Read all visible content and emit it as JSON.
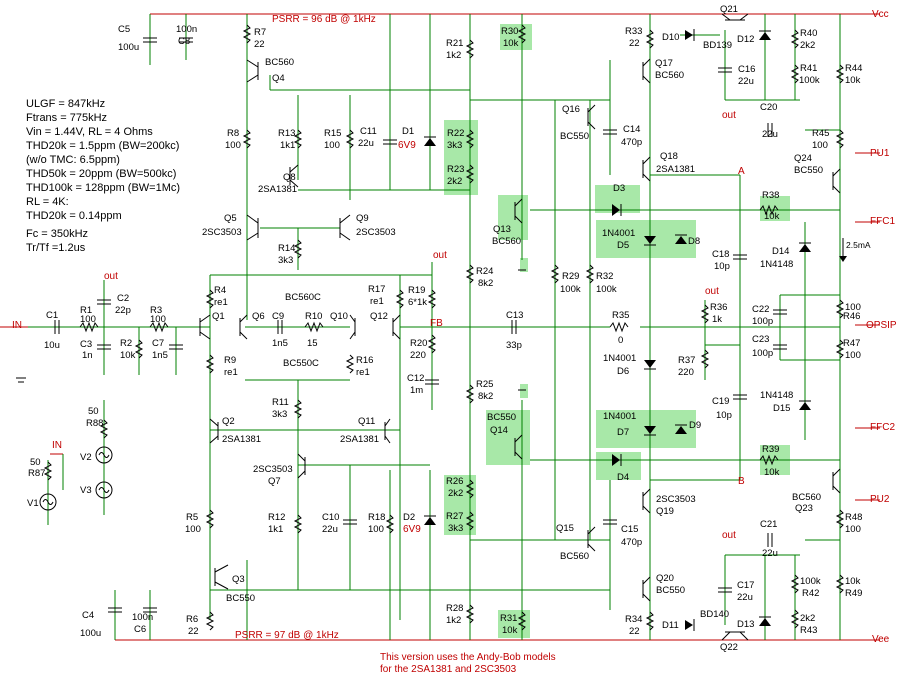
{
  "colors": {
    "wire": "#008000",
    "rail": "#c00000",
    "component": "#000000",
    "highlight": "#a8e8a8"
  },
  "rails": {
    "vcc": "Vcc",
    "vee": "Vee"
  },
  "psrr": {
    "top": "PSRR = 96 dB @ 1kHz",
    "bottom": "PSRR = 97 dB @ 1kHz"
  },
  "specs": [
    "ULGF = 847kHz",
    "Ftrans = 775kHz",
    "Vin = 1.44V, RL = 4 Ohms",
    "THD20k = 1.5ppm (BW=200kc)",
    "(w/o TMC: 6.5ppm)",
    "THD50k  =  20ppm (BW=500kc)",
    "THD100k = 128ppm (BW=1Mc)",
    "RL = 4K:",
    "THD20k = 0.14ppm",
    "",
    "Fc = 350kHz",
    "Tr/Tf =1.2us"
  ],
  "footer": [
    "This version uses the Andy-Bob models",
    "for the 2SA1381 and 2SC3503"
  ],
  "ports": {
    "in": "IN",
    "out": "out",
    "fb": "FB",
    "opsip": "OPSIP",
    "pu1": "PU1",
    "pu2": "PU2",
    "ffc1": "FFC1",
    "ffc2": "FFC2",
    "node_a": "A",
    "node_b": "B",
    "current": "2.5mA"
  },
  "components": [
    {
      "id": "C5",
      "ref": "C5",
      "val": "100u"
    },
    {
      "id": "C8",
      "ref": "C8",
      "val": "100n"
    },
    {
      "id": "R7",
      "ref": "R7",
      "val": "22"
    },
    {
      "id": "Q4",
      "ref": "Q4",
      "val": "BC560"
    },
    {
      "id": "R8",
      "ref": "R8",
      "val": "100"
    },
    {
      "id": "R13",
      "ref": "R13",
      "val": "1k1"
    },
    {
      "id": "Q8",
      "ref": "Q8",
      "val": "2SA1381"
    },
    {
      "id": "R15",
      "ref": "R15",
      "val": "100"
    },
    {
      "id": "C11",
      "ref": "C11",
      "val": "22u"
    },
    {
      "id": "D1",
      "ref": "D1",
      "val": "6V9"
    },
    {
      "id": "R21",
      "ref": "R21",
      "val": "1k2"
    },
    {
      "id": "R30",
      "ref": "R30",
      "val": "10k"
    },
    {
      "id": "R22",
      "ref": "R22",
      "val": "3k3"
    },
    {
      "id": "R23",
      "ref": "R23",
      "val": "2k2"
    },
    {
      "id": "Q13",
      "ref": "Q13",
      "val": "BC560"
    },
    {
      "id": "R33",
      "ref": "R33",
      "val": "22"
    },
    {
      "id": "Q17",
      "ref": "Q17",
      "val": "BC560"
    },
    {
      "id": "D10",
      "ref": "D10",
      "val": ""
    },
    {
      "id": "Q21",
      "ref": "Q21",
      "val": "BD139"
    },
    {
      "id": "D12",
      "ref": "D12",
      "val": ""
    },
    {
      "id": "R40",
      "ref": "R40",
      "val": "2k2"
    },
    {
      "id": "R41",
      "ref": "R41",
      "val": "100k"
    },
    {
      "id": "C16",
      "ref": "C16",
      "val": "22u"
    },
    {
      "id": "R44",
      "ref": "R44",
      "val": "10k"
    },
    {
      "id": "Q16",
      "ref": "Q16",
      "val": "BC550"
    },
    {
      "id": "C14",
      "ref": "C14",
      "val": "470p"
    },
    {
      "id": "Q18",
      "ref": "Q18",
      "val": "2SA1381"
    },
    {
      "id": "C20",
      "ref": "C20",
      "val": "22u"
    },
    {
      "id": "R45",
      "ref": "R45",
      "val": "100"
    },
    {
      "id": "Q24",
      "ref": "Q24",
      "val": "BC550"
    },
    {
      "id": "D3",
      "ref": "D3",
      "val": ""
    },
    {
      "id": "R38",
      "ref": "R38",
      "val": "10k"
    },
    {
      "id": "D5",
      "ref": "D5",
      "val": "1N4001"
    },
    {
      "id": "D8",
      "ref": "D8",
      "val": ""
    },
    {
      "id": "C18",
      "ref": "C18",
      "val": "10p"
    },
    {
      "id": "D14",
      "ref": "D14",
      "val": "1N4148"
    },
    {
      "id": "Q5",
      "ref": "Q5",
      "val": "2SC3503"
    },
    {
      "id": "Q9",
      "ref": "Q9",
      "val": "2SC3503"
    },
    {
      "id": "R14",
      "ref": "R14",
      "val": "3k3"
    },
    {
      "id": "R24",
      "ref": "R24",
      "val": "8k2"
    },
    {
      "id": "R29",
      "ref": "R29",
      "val": "100k"
    },
    {
      "id": "R32",
      "ref": "R32",
      "val": "100k"
    },
    {
      "id": "R36",
      "ref": "R36",
      "val": "1k"
    },
    {
      "id": "C22",
      "ref": "C22",
      "val": "100p"
    },
    {
      "id": "R46",
      "ref": "R46",
      "val": "100"
    },
    {
      "id": "C1",
      "ref": "C1",
      "val": "10u"
    },
    {
      "id": "R1",
      "ref": "R1",
      "val": "100"
    },
    {
      "id": "C2",
      "ref": "C2",
      "val": "22p"
    },
    {
      "id": "C3",
      "ref": "C3",
      "val": "1n"
    },
    {
      "id": "R3",
      "ref": "R3",
      "val": "100"
    },
    {
      "id": "R2",
      "ref": "R2",
      "val": "10k"
    },
    {
      "id": "C7",
      "ref": "C7",
      "val": "1n5"
    },
    {
      "id": "R4",
      "ref": "R4",
      "val": "re1"
    },
    {
      "id": "Q1",
      "ref": "Q1",
      "val": ""
    },
    {
      "id": "Q6",
      "ref": "Q6",
      "val": "BC560C"
    },
    {
      "id": "C9",
      "ref": "C9",
      "val": "1n5"
    },
    {
      "id": "R10",
      "ref": "R10",
      "val": "15"
    },
    {
      "id": "Q10",
      "ref": "Q10",
      "val": "BC550C"
    },
    {
      "id": "Q12",
      "ref": "Q12",
      "val": ""
    },
    {
      "id": "R17",
      "ref": "R17",
      "val": "re1"
    },
    {
      "id": "R19",
      "ref": "R19",
      "val": "6*1k"
    },
    {
      "id": "R20",
      "ref": "R20",
      "val": "220"
    },
    {
      "id": "C12",
      "ref": "C12",
      "val": "1m"
    },
    {
      "id": "C13",
      "ref": "C13",
      "val": "33p"
    },
    {
      "id": "R35",
      "ref": "R35",
      "val": "0"
    },
    {
      "id": "R37",
      "ref": "R37",
      "val": "220"
    },
    {
      "id": "C23",
      "ref": "C23",
      "val": "100p"
    },
    {
      "id": "R47",
      "ref": "R47",
      "val": "100"
    },
    {
      "id": "R9",
      "ref": "R9",
      "val": "re1"
    },
    {
      "id": "R16",
      "ref": "R16",
      "val": "re1"
    },
    {
      "id": "R25",
      "ref": "R25",
      "val": "8k2"
    },
    {
      "id": "D6",
      "ref": "D6",
      "val": "1N4001"
    },
    {
      "id": "R11",
      "ref": "R11",
      "val": "3k3"
    },
    {
      "id": "Q2",
      "ref": "Q2",
      "val": "2SA1381"
    },
    {
      "id": "Q11",
      "ref": "Q11",
      "val": "2SA1381"
    },
    {
      "id": "Q14",
      "ref": "Q14",
      "val": "BC550"
    },
    {
      "id": "D7",
      "ref": "D7",
      "val": "1N4001"
    },
    {
      "id": "D9",
      "ref": "D9",
      "val": ""
    },
    {
      "id": "C19",
      "ref": "C19",
      "val": "10p"
    },
    {
      "id": "D15",
      "ref": "D15",
      "val": "1N4148"
    },
    {
      "id": "R88",
      "ref": "R88",
      "val": "50"
    },
    {
      "id": "V2",
      "ref": "V2",
      "val": ""
    },
    {
      "id": "R87",
      "ref": "R87",
      "val": "50"
    },
    {
      "id": "V3",
      "ref": "V3",
      "val": ""
    },
    {
      "id": "V1",
      "ref": "V1",
      "val": ""
    },
    {
      "id": "Q7",
      "ref": "Q7",
      "val": "2SC3503"
    },
    {
      "id": "D4",
      "ref": "D4",
      "val": ""
    },
    {
      "id": "R39",
      "ref": "R39",
      "val": "10k"
    },
    {
      "id": "R26",
      "ref": "R26",
      "val": "2k2"
    },
    {
      "id": "R27",
      "ref": "R27",
      "val": "3k3"
    },
    {
      "id": "Q19",
      "ref": "Q19",
      "val": "2SC3503"
    },
    {
      "id": "Q23",
      "ref": "Q23",
      "val": "BC560"
    },
    {
      "id": "R5",
      "ref": "R5",
      "val": "100"
    },
    {
      "id": "R12",
      "ref": "R12",
      "val": "1k1"
    },
    {
      "id": "C10",
      "ref": "C10",
      "val": "22u"
    },
    {
      "id": "R18",
      "ref": "R18",
      "val": "100"
    },
    {
      "id": "D2",
      "ref": "D2",
      "val": "6V9"
    },
    {
      "id": "Q15",
      "ref": "Q15",
      "val": "BC560"
    },
    {
      "id": "C15",
      "ref": "C15",
      "val": "470p"
    },
    {
      "id": "C21",
      "ref": "C21",
      "val": "22u"
    },
    {
      "id": "R48",
      "ref": "R48",
      "val": "100"
    },
    {
      "id": "Q3",
      "ref": "Q3",
      "val": "BC550"
    },
    {
      "id": "Q20",
      "ref": "Q20",
      "val": "BC550"
    },
    {
      "id": "C17",
      "ref": "C17",
      "val": "22u"
    },
    {
      "id": "R42",
      "ref": "R42",
      "val": "100k"
    },
    {
      "id": "R49",
      "ref": "R49",
      "val": "10k"
    },
    {
      "id": "C4",
      "ref": "C4",
      "val": "100u"
    },
    {
      "id": "C6",
      "ref": "C6",
      "val": "100n"
    },
    {
      "id": "R6",
      "ref": "R6",
      "val": "22"
    },
    {
      "id": "R28",
      "ref": "R28",
      "val": "1k2"
    },
    {
      "id": "R31",
      "ref": "R31",
      "val": "10k"
    },
    {
      "id": "R34",
      "ref": "R34",
      "val": "22"
    },
    {
      "id": "D11",
      "ref": "D11",
      "val": ""
    },
    {
      "id": "Q22",
      "ref": "Q22",
      "val": "BD140"
    },
    {
      "id": "D13",
      "ref": "D13",
      "val": ""
    },
    {
      "id": "R43",
      "ref": "R43",
      "val": "2k2"
    }
  ]
}
